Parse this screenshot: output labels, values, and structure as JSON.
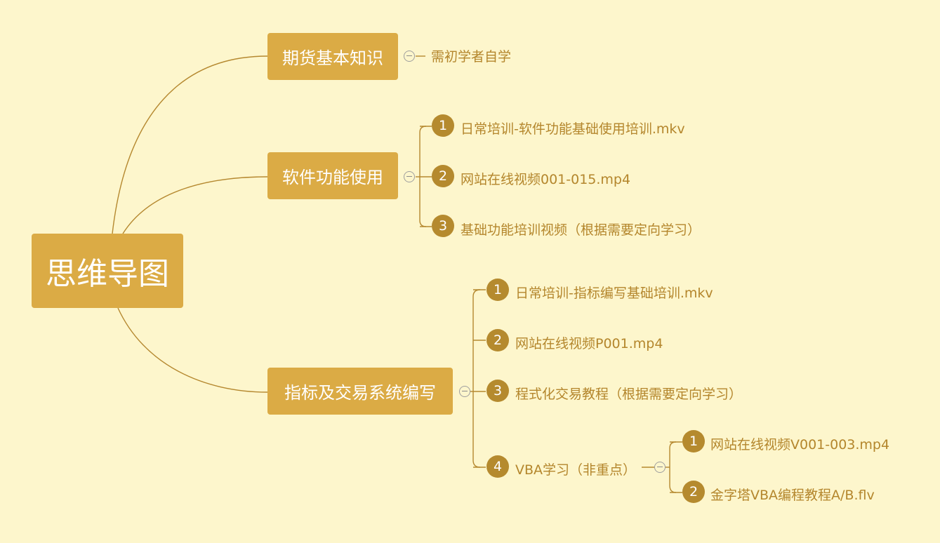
{
  "root": {
    "label": "思维导图"
  },
  "branches": [
    {
      "label": "期货基本知识",
      "leaf": "需初学者自学"
    },
    {
      "label": "软件功能使用",
      "items": [
        {
          "num": "1",
          "text": "日常培训-软件功能基础使用培训.mkv"
        },
        {
          "num": "2",
          "text": "网站在线视频001-015.mp4"
        },
        {
          "num": "3",
          "text": "基础功能培训视频（根据需要定向学习）"
        }
      ]
    },
    {
      "label": "指标及交易系统编写",
      "items": [
        {
          "num": "1",
          "text": "日常培训-指标编写基础培训.mkv"
        },
        {
          "num": "2",
          "text": "网站在线视频P001.mp4"
        },
        {
          "num": "3",
          "text": "程式化交易教程（根据需要定向学习）"
        },
        {
          "num": "4",
          "text": "VBA学习（非重点）",
          "items": [
            {
              "num": "1",
              "text": "网站在线视频V001-003.mp4"
            },
            {
              "num": "2",
              "text": "金字塔VBA编程教程A/B.flv"
            }
          ]
        }
      ]
    }
  ],
  "colors": {
    "background": "#fdf6cc",
    "node": "#dbab45",
    "line": "#b5882f",
    "text": "#b4862c",
    "badge": "#b58a2e"
  }
}
